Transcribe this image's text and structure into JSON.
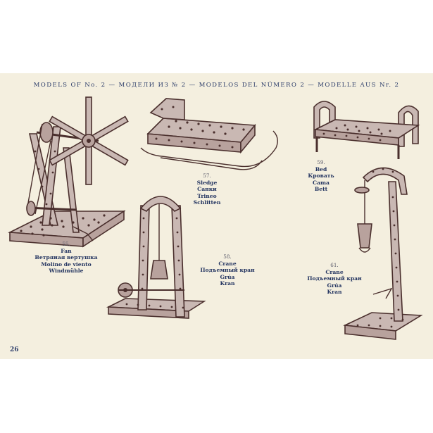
{
  "header": "MODELS OF No. 2 — МОДЕЛИ ИЗ № 2 — MODELOS DEL NÚMERO 2 — MODELLE AUS Nr. 2",
  "page_number": "26",
  "models": [
    {
      "number": "55.",
      "lines": [
        "Fan",
        "Ветряная вертушка",
        "Molino de viento",
        "Windmühle"
      ]
    },
    {
      "number": "57.",
      "lines": [
        "Sledge",
        "Санки",
        "Trineo",
        "Schlitten"
      ]
    },
    {
      "number": "58.",
      "lines": [
        "Crane",
        "Подъемный кран",
        "Grúa",
        "Kran"
      ]
    },
    {
      "number": "59.",
      "lines": [
        "Bed",
        "Кровать",
        "Cama",
        "Bett"
      ]
    },
    {
      "number": "61.",
      "lines": [
        "Crane",
        "Подъемный кран",
        "Grúa",
        "Kran"
      ]
    }
  ],
  "colors": {
    "paper": "#f4efdf",
    "ink_blue": "#2c3d6a",
    "metal_outline": "#4a2f2d",
    "metal_fill": "#c9b8b3"
  }
}
